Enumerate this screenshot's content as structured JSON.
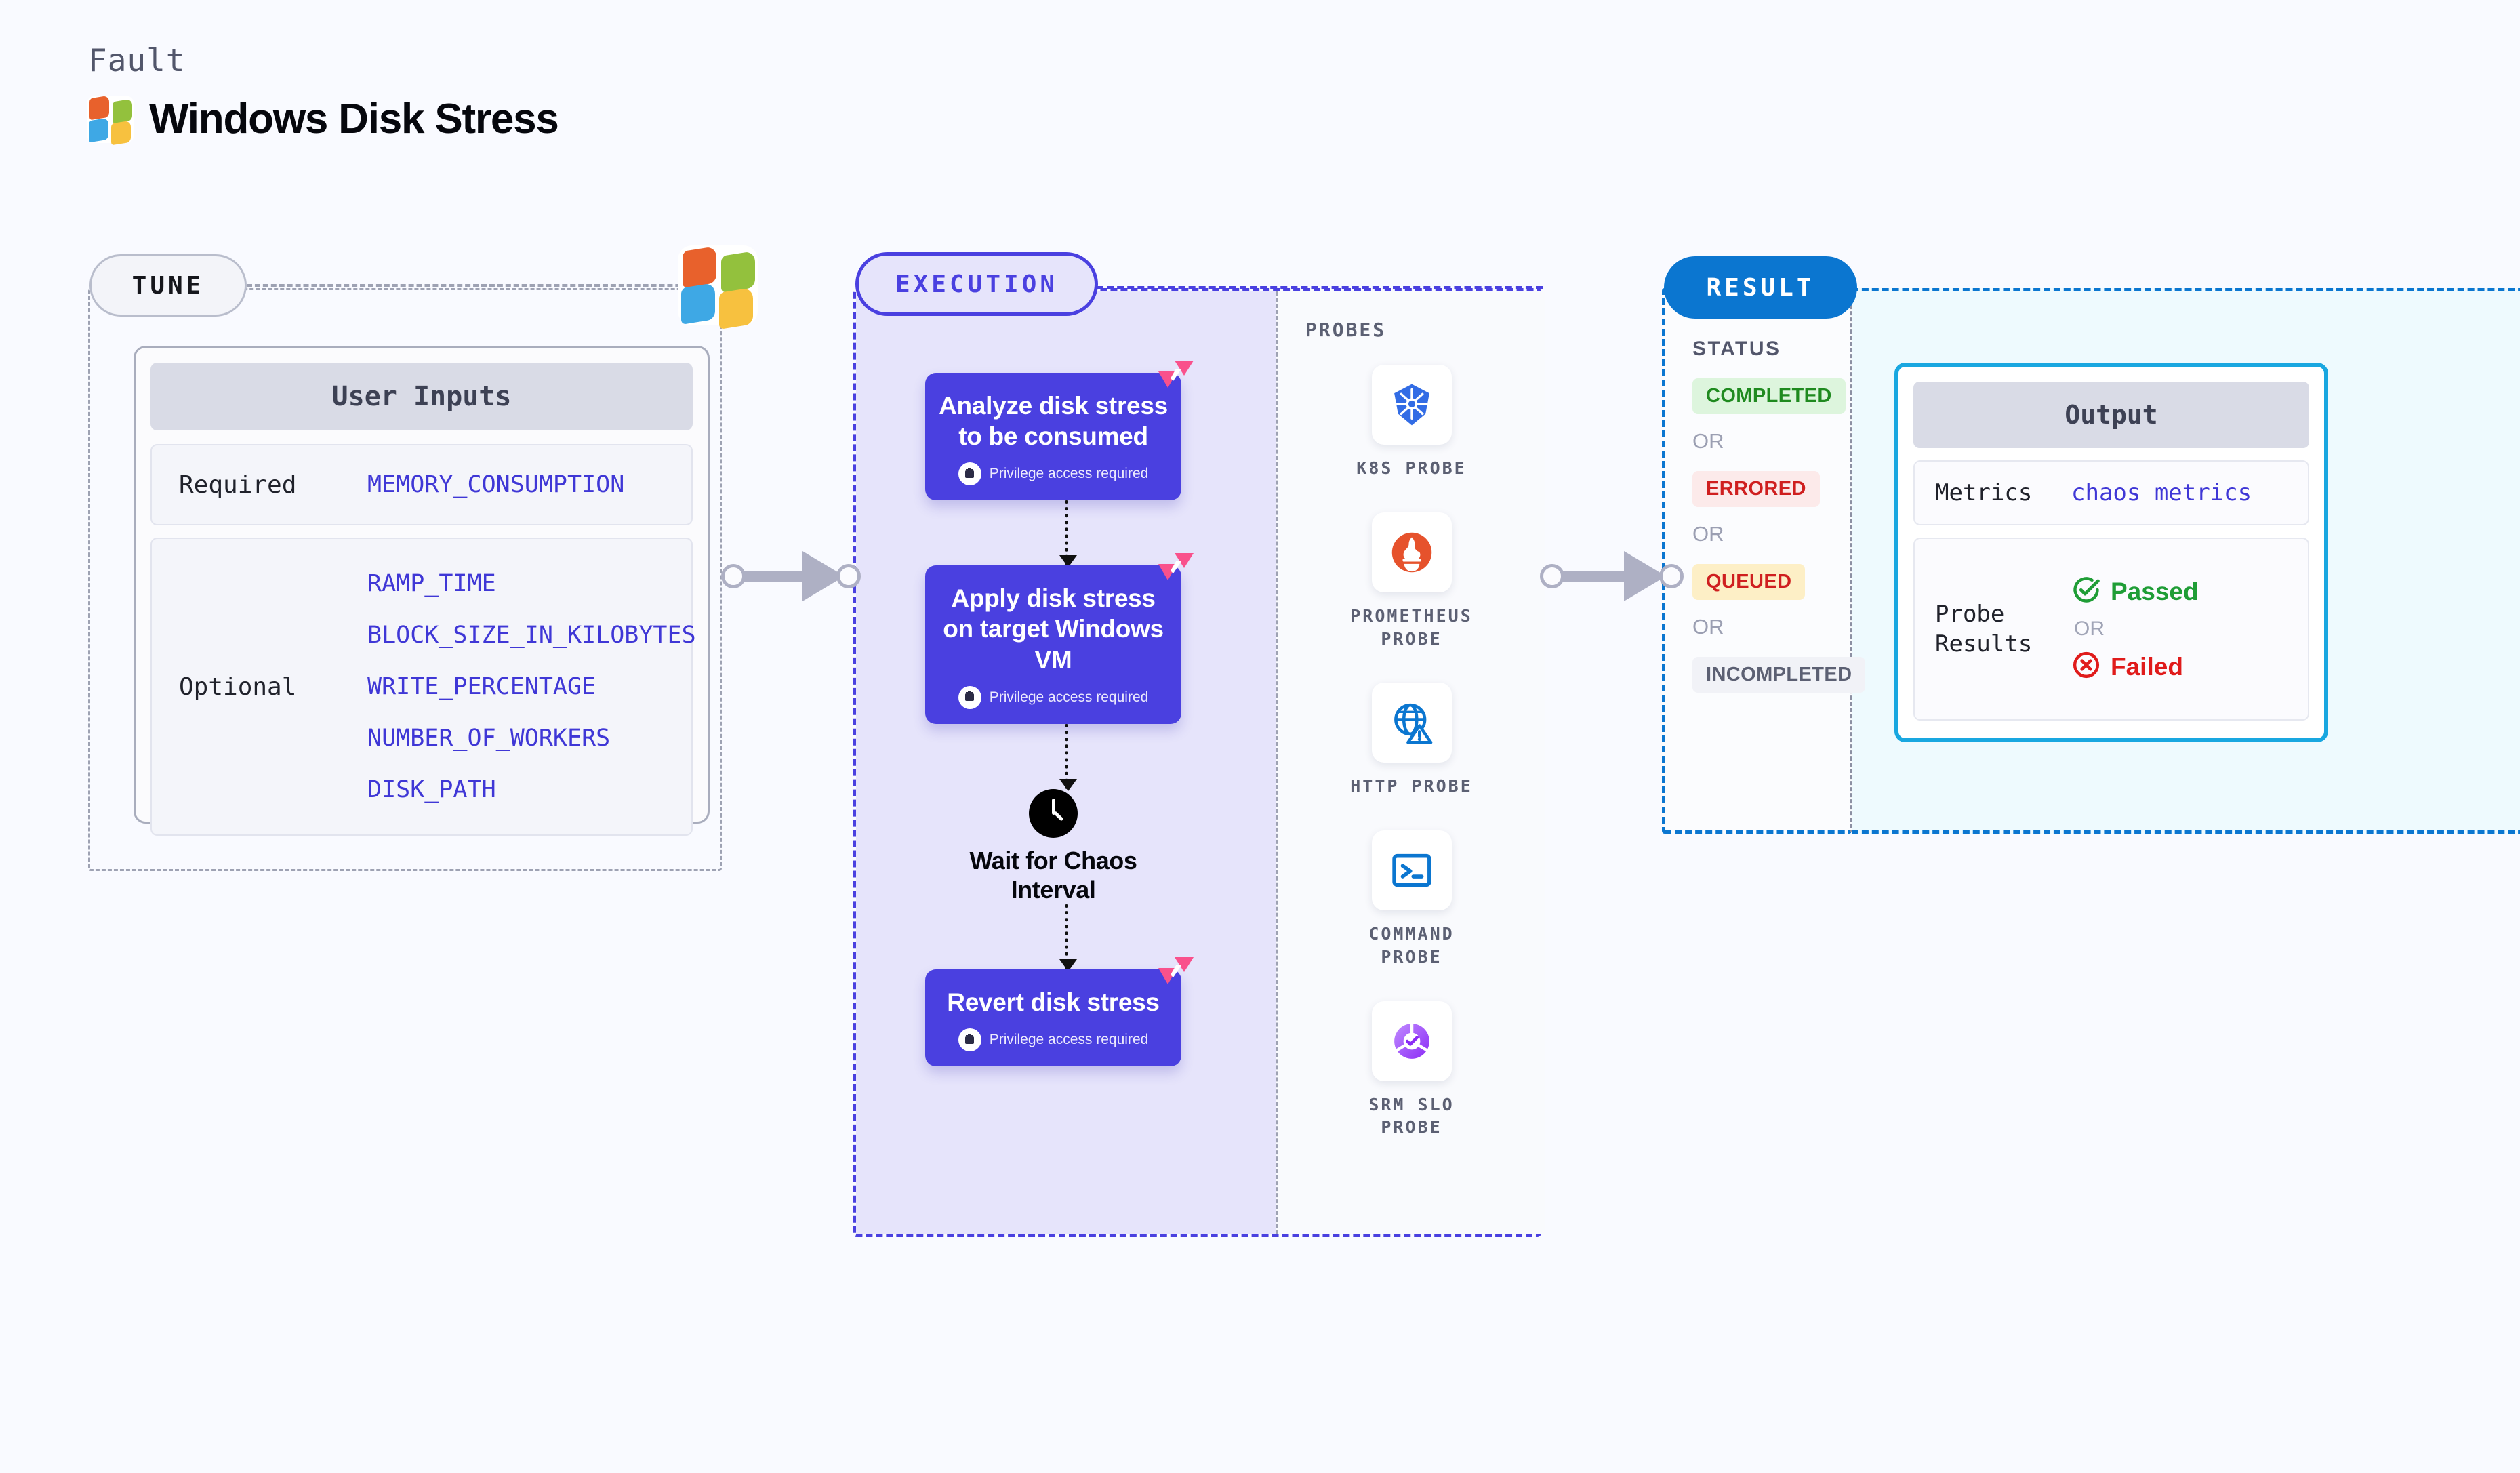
{
  "header": {
    "kicker": "Fault",
    "title": "Windows Disk Stress",
    "logo_icon": "windows-logo-icon"
  },
  "tune": {
    "badge": "TUNE",
    "platform_icon": "windows-logo-icon",
    "inputs_title": "User Inputs",
    "required_label": "Required",
    "required_params": [
      "MEMORY_CONSUMPTION"
    ],
    "optional_label": "Optional",
    "optional_params": [
      "RAMP_TIME",
      "BLOCK_SIZE_IN_KILOBYTES",
      "WRITE_PERCENTAGE",
      "NUMBER_OF_WORKERS",
      "DISK_PATH"
    ]
  },
  "execution": {
    "badge": "EXECUTION",
    "privilege_note": "Privilege access required",
    "steps": [
      {
        "title": "Analyze disk stress to be consumed",
        "privileged": true,
        "ribbon_icon": "litmus-ribbon-icon"
      },
      {
        "title": "Apply disk stress on target Windows VM",
        "privileged": true,
        "ribbon_icon": "litmus-ribbon-icon"
      },
      {
        "title": "Revert disk stress",
        "privileged": true,
        "ribbon_icon": "litmus-ribbon-icon"
      }
    ],
    "wait_node": {
      "label": "Wait for Chaos Interval",
      "icon": "clock-icon"
    },
    "probes_title": "PROBES",
    "probes": [
      {
        "label": "K8S PROBE",
        "icon": "kubernetes-icon"
      },
      {
        "label": "PROMETHEUS PROBE",
        "icon": "prometheus-icon"
      },
      {
        "label": "HTTP PROBE",
        "icon": "http-globe-warning-icon"
      },
      {
        "label": "COMMAND PROBE",
        "icon": "terminal-icon"
      },
      {
        "label": "SRM SLO PROBE",
        "icon": "srm-slo-icon"
      }
    ]
  },
  "result": {
    "badge": "RESULT",
    "status_title": "STATUS",
    "or_label": "OR",
    "statuses": [
      {
        "label": "COMPLETED",
        "color": "#1f8a1f",
        "bg": "#ddf5dd"
      },
      {
        "label": "ERRORED",
        "color": "#cf1f1f",
        "bg": "#fceaea"
      },
      {
        "label": "QUEUED",
        "color": "#cf1f1f",
        "bg": "#fdefc6"
      },
      {
        "label": "INCOMPLETED",
        "color": "#5c6073",
        "bg": "#f1f2f7"
      }
    ],
    "output": {
      "title": "Output",
      "metrics_label": "Metrics",
      "metrics_value": "chaos metrics",
      "probe_results_label": "Probe Results",
      "passed_label": "Passed",
      "failed_label": "Failed",
      "or_label": "OR",
      "passed_icon": "check-circle-icon",
      "failed_icon": "x-circle-icon",
      "passed_color": "#1f9d36",
      "failed_color": "#e01b1b"
    }
  },
  "connectors": [
    {
      "name": "tune-to-execution"
    },
    {
      "name": "execution-to-result"
    }
  ],
  "theme": {
    "page_bg": "#f9faff",
    "execution_accent": "#4a40e0",
    "result_accent": "#0b76d0",
    "output_accent": "#19a7e0",
    "param_color": "#3f37d6"
  }
}
